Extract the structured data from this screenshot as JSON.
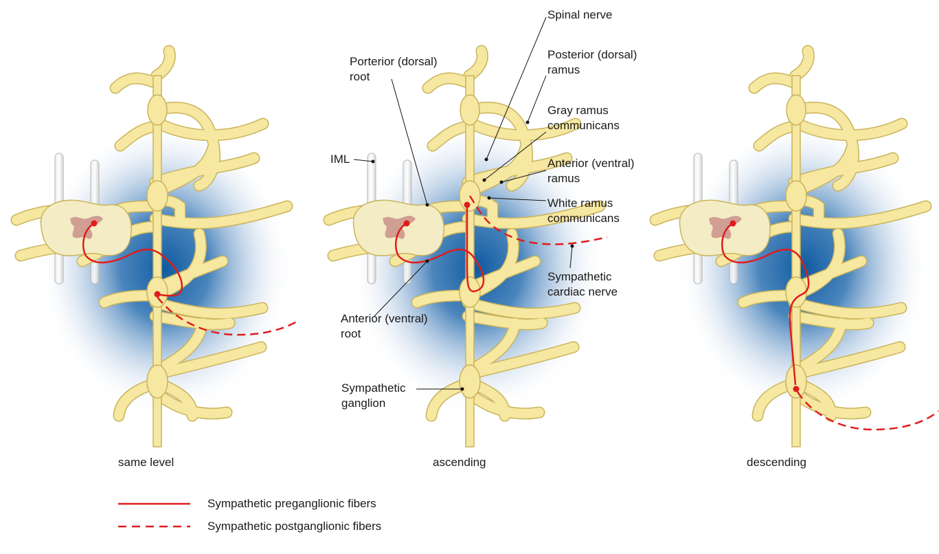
{
  "colors": {
    "nerve_fill": "#f6e7a1",
    "nerve_stroke": "#c9b45a",
    "halo": "#1f5fa8",
    "fiber": "#e01c1c",
    "cord_fill": "#f3ecc4",
    "gray_matter": "#c9908a"
  },
  "panels": [
    {
      "caption": "same level"
    },
    {
      "caption": "ascending"
    },
    {
      "caption": "descending"
    }
  ],
  "labels": {
    "spinal_nerve": "Spinal nerve",
    "posterior_root": "Porterior (dorsal)\nroot",
    "posterior_ramus": "Posterior (dorsal)\nramus",
    "gray_ramus": "Gray ramus\ncommunicans",
    "iml": "IML",
    "anterior_ramus": "Anterior (ventral)\nramus",
    "white_ramus": "White ramus\ncommunicans",
    "cardiac_nerve": "Sympathetic\ncardiac nerve",
    "anterior_root": "Anterior (ventral)\nroot",
    "ganglion": "Sympathetic\nganglion"
  },
  "legend": [
    {
      "style": "solid",
      "label": "Sympathetic preganglionic fibers"
    },
    {
      "style": "dashed",
      "label": "Sympathetic postganglionic fibers"
    }
  ]
}
